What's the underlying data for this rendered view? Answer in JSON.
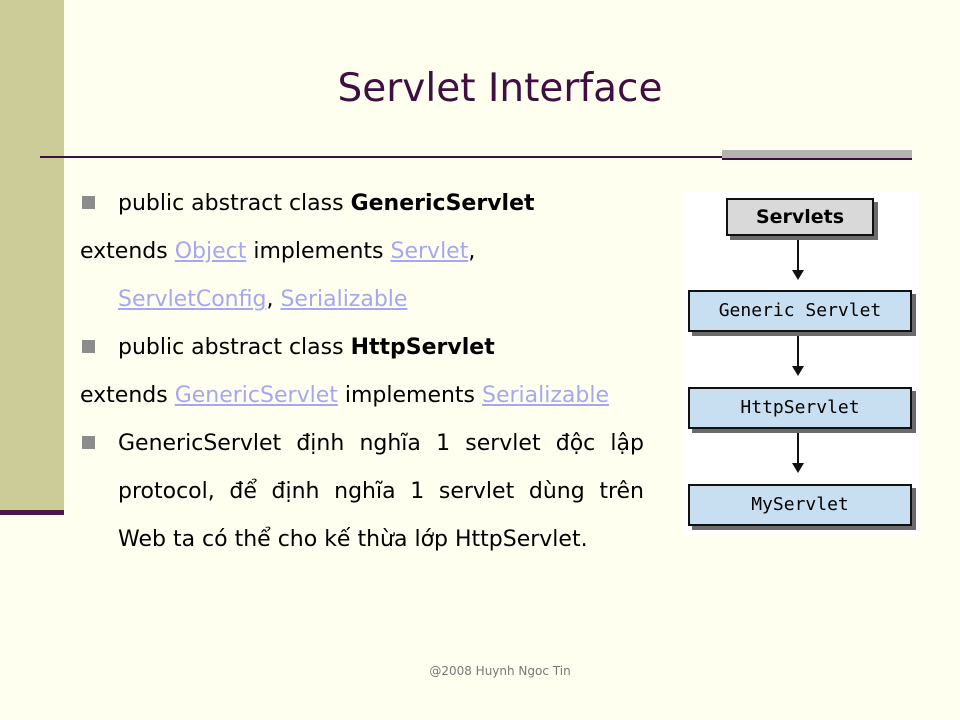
{
  "slide": {
    "title": "Servlet Interface",
    "footer": "@2008 Huynh Ngoc Tin"
  },
  "bullets": {
    "b1_prefix": "public abstract class ",
    "b1_bold": "GenericServlet",
    "b1_extends": "extends ",
    "b1_link1": "Object",
    "b1_implements": " implements ",
    "b1_link2": "Servlet",
    "b1_comma1": ",",
    "b1_link3": "ServletConfig",
    "b1_comma2": ", ",
    "b1_link4": "Serializable",
    "b2_prefix": "public abstract class ",
    "b2_bold": "HttpServlet",
    "b2_extends": "extends ",
    "b2_link1": "GenericServlet",
    "b2_implements": " implements ",
    "b2_link2": "Serializable",
    "b3_line1": "GenericServlet định nghĩa 1 servlet độc lập",
    "b3_line2": "protocol, để định nghĩa 1 servlet dùng trên",
    "b3_line3": "Web ta có thể cho kế thừa lớp HttpServlet."
  },
  "diagram": {
    "nodes": [
      "Servlets",
      "Generic Servlet",
      "HttpServlet",
      "MyServlet"
    ]
  },
  "colors": {
    "title": "#3f0f3f",
    "link": "#a6a6f2",
    "left_bar": "#cccc99",
    "node_fill": "#c7dff0"
  }
}
